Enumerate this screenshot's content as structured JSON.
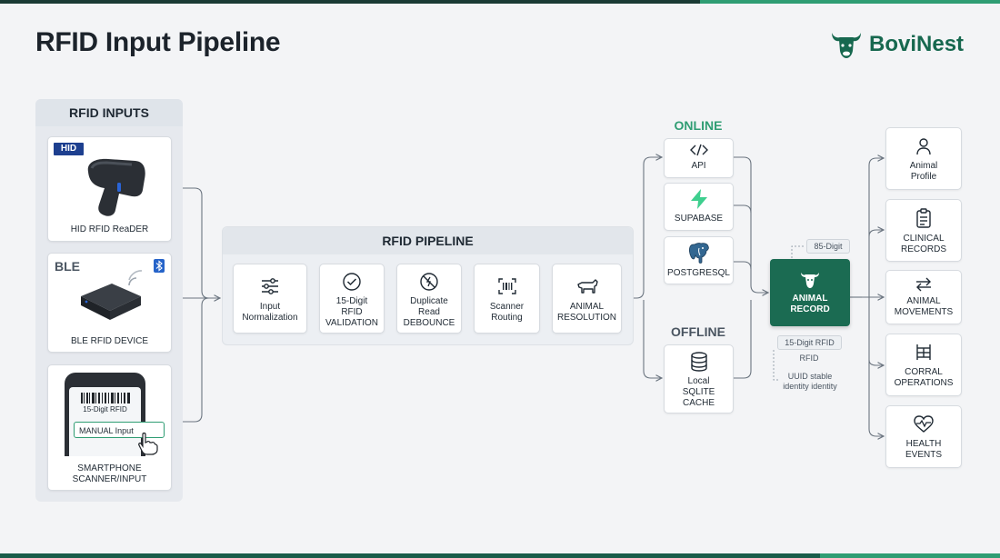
{
  "page": {
    "title": "RFID Input Pipeline",
    "brand": "BoviNest"
  },
  "inputs": {
    "header": "RFID INPUTS",
    "hid": {
      "badge": "HID",
      "label": "HID RFID ReaDER"
    },
    "ble": {
      "badge": "BLE",
      "label": "BLE RFID DEVICE"
    },
    "phone": {
      "screen_text": "15-Digit RFID",
      "manual_text": "MANUAL Input",
      "label_line1": "SMARTPHONE",
      "label_line2": "SCANNER/INPUT"
    }
  },
  "pipeline": {
    "header": "RFID PIPELINE",
    "steps": [
      {
        "line1": "Input",
        "line2": "Normalization",
        "line3": ""
      },
      {
        "line1": "15-Digit",
        "line2": "RFID",
        "line3": "VALIDATION"
      },
      {
        "line1": "Duplicate",
        "line2": "Read",
        "line3": "DEBOUNCE"
      },
      {
        "line1": "Scanner",
        "line2": "Routing",
        "line3": ""
      },
      {
        "line1": "ANIMAL",
        "line2": "RESOLUTION",
        "line3": ""
      }
    ]
  },
  "online": {
    "label": "ONLINE",
    "items": [
      {
        "label": "API"
      },
      {
        "label": "SUPABASE"
      },
      {
        "label": "POSTGRESQL"
      }
    ]
  },
  "offline": {
    "label": "OFFLINE",
    "cache": {
      "line1": "Local",
      "line2": "SQLITE",
      "line3": "CACHE"
    }
  },
  "record": {
    "line1": "ANIMAL",
    "line2": "RECORD",
    "top_tag": "85-Digit",
    "bottom_tag": "15-Digit RFID",
    "sub_label": "RFID",
    "note_line1": "UUID stable",
    "note_line2": "identity identity"
  },
  "outputs": [
    {
      "line1": "Animal",
      "line2": "Profile"
    },
    {
      "line1": "CLINICAL",
      "line2": "RECORDS"
    },
    {
      "line1": "ANIMAL",
      "line2": "MOVEMENTS"
    },
    {
      "line1": "CORRAL",
      "line2": "OPERATIONS"
    },
    {
      "line1": "HEALTH",
      "line2": "EVENTS"
    }
  ],
  "colors": {
    "accent": "#17684f",
    "green": "#2f9d73",
    "record_bg": "#1b6b52",
    "hid_blue": "#1d3f8f",
    "ble_blue": "#2563c9"
  }
}
